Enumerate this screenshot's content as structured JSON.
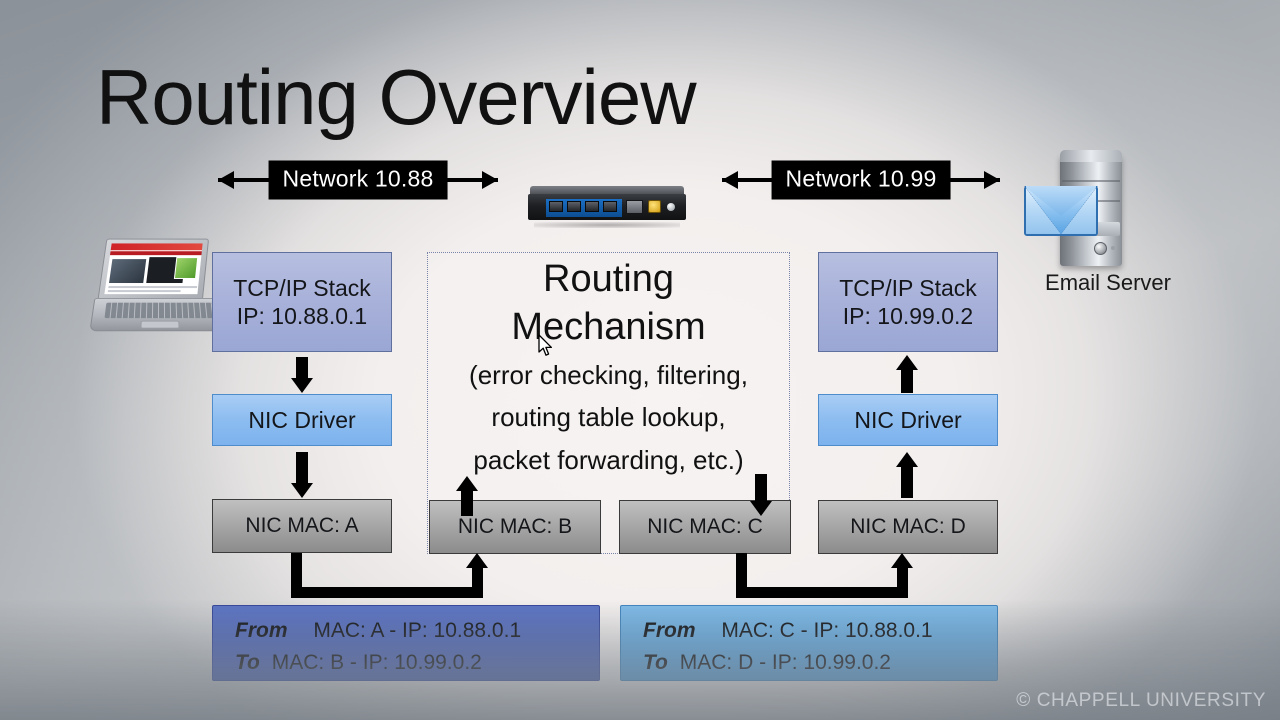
{
  "slide": {
    "title": "Routing Overview",
    "watermark": "© CHAPPELL UNIVERSITY"
  },
  "networks": [
    {
      "id": "left",
      "label": "Network 10.88"
    },
    {
      "id": "right",
      "label": "Network 10.99"
    }
  ],
  "devices": {
    "laptop": {
      "name": "laptop-client"
    },
    "router": {
      "name": "router"
    },
    "email_server": {
      "label": "Email Server"
    }
  },
  "routing_box": {
    "line1": "Routing",
    "line2": "Mechanism",
    "line3": "(error checking, filtering,",
    "line4": "routing table lookup,",
    "line5": "packet forwarding, etc.)"
  },
  "left_host": {
    "tcp_line1": "TCP/IP Stack",
    "tcp_line2": "IP: 10.88.0.1",
    "nic_driver": "NIC Driver",
    "nic_mac": "NIC MAC: A"
  },
  "right_host": {
    "tcp_line1": "TCP/IP Stack",
    "tcp_line2": "IP: 10.99.0.2",
    "nic_driver": "NIC Driver",
    "nic_mac": "NIC MAC: D"
  },
  "router_interfaces": {
    "left_mac": "NIC MAC: B",
    "right_mac": "NIC MAC: C"
  },
  "packets": [
    {
      "id": "left-packet",
      "from_label": "From",
      "from_value": "MAC: A - IP: 10.88.0.1",
      "to_label": "To",
      "to_value": "MAC: B - IP: 10.99.0.2",
      "color": "#4f66b8"
    },
    {
      "id": "right-packet",
      "from_label": "From",
      "from_value": "MAC: C - IP: 10.88.0.1",
      "to_label": "To",
      "to_value": "MAC: D - IP: 10.99.0.2",
      "color": "#64aae0"
    }
  ]
}
